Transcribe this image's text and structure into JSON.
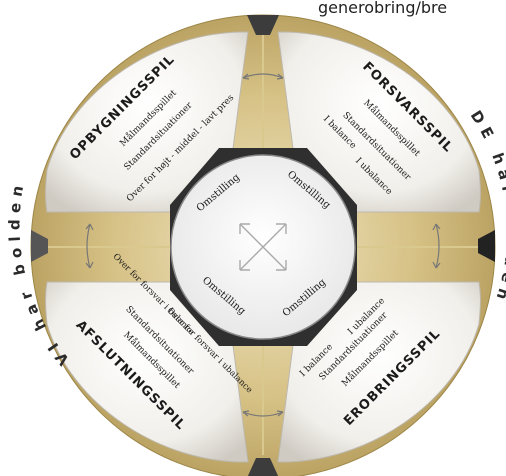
{
  "top_url": "generobring/bre",
  "side_left": "VI har bolden",
  "side_right": "DE har bolden",
  "quadrants": {
    "top_left": {
      "title": "OPBYGNINGSSPIL",
      "items": [
        "Målmandsspillet",
        "Standardsituationer",
        "Over for højt - middel - lavt pres"
      ]
    },
    "top_right": {
      "title": "FORSVARSSPIL",
      "items": [
        "Målmandsspillet",
        "Standardsituationer",
        "I balance",
        "I ubalance"
      ]
    },
    "bottom_left": {
      "title": "AFSLUTNINGSSPIL",
      "items": [
        "Over for forsvar i balance",
        "Over for forsvar i ubalance",
        "Standardsituationer",
        "Målmandsspillet"
      ]
    },
    "bottom_right": {
      "title": "EROBRINGSSPIL",
      "items": [
        "I ubalance",
        "Standardsituationer",
        "Målmandsspillet",
        "I balance"
      ]
    }
  },
  "center": {
    "labels": [
      "Omstilling",
      "Omstilling",
      "Omstilling",
      "Omstilling"
    ]
  },
  "colors": {
    "gold": "#cdb877",
    "panel": "#f3f1ec",
    "hub_ring": "#3a3a3a",
    "side_text": "#8a6a2a"
  }
}
